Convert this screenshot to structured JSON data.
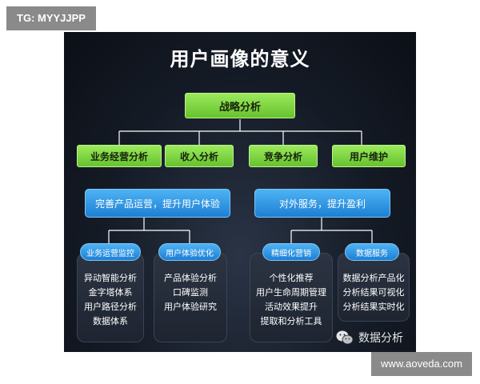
{
  "watermark_top": "TG: MYYJJPP",
  "watermark_bottom": "www.aoveda.com",
  "title": "用户画像的意义",
  "root": "战略分析",
  "level1": [
    "业务经营分析",
    "收入分析",
    "竞争分析",
    "用户维护"
  ],
  "level2": [
    "完善产品运营，提升用户体验",
    "对外服务，提升盈利"
  ],
  "groups": [
    {
      "label": "业务运营监控",
      "items": [
        "异动智能分析",
        "金字塔体系",
        "用户路径分析",
        "数据体系"
      ]
    },
    {
      "label": "用户体验优化",
      "items": [
        "产品体验分析",
        "口碑监测",
        "用户体验研究"
      ]
    },
    {
      "label": "精细化营销",
      "items": [
        "个性化推荐",
        "用户生命周期管理",
        "活动效果提升",
        "提取和分析工具"
      ]
    },
    {
      "label": "数据服务",
      "items": [
        "数据分析产品化",
        "分析结果可视化",
        "分析结果实时化"
      ]
    }
  ],
  "brand": "数据分析",
  "colors": {
    "green": "#7dd640",
    "blue": "#2a93e0",
    "card": "#262d3a",
    "line": "#ffffff"
  }
}
